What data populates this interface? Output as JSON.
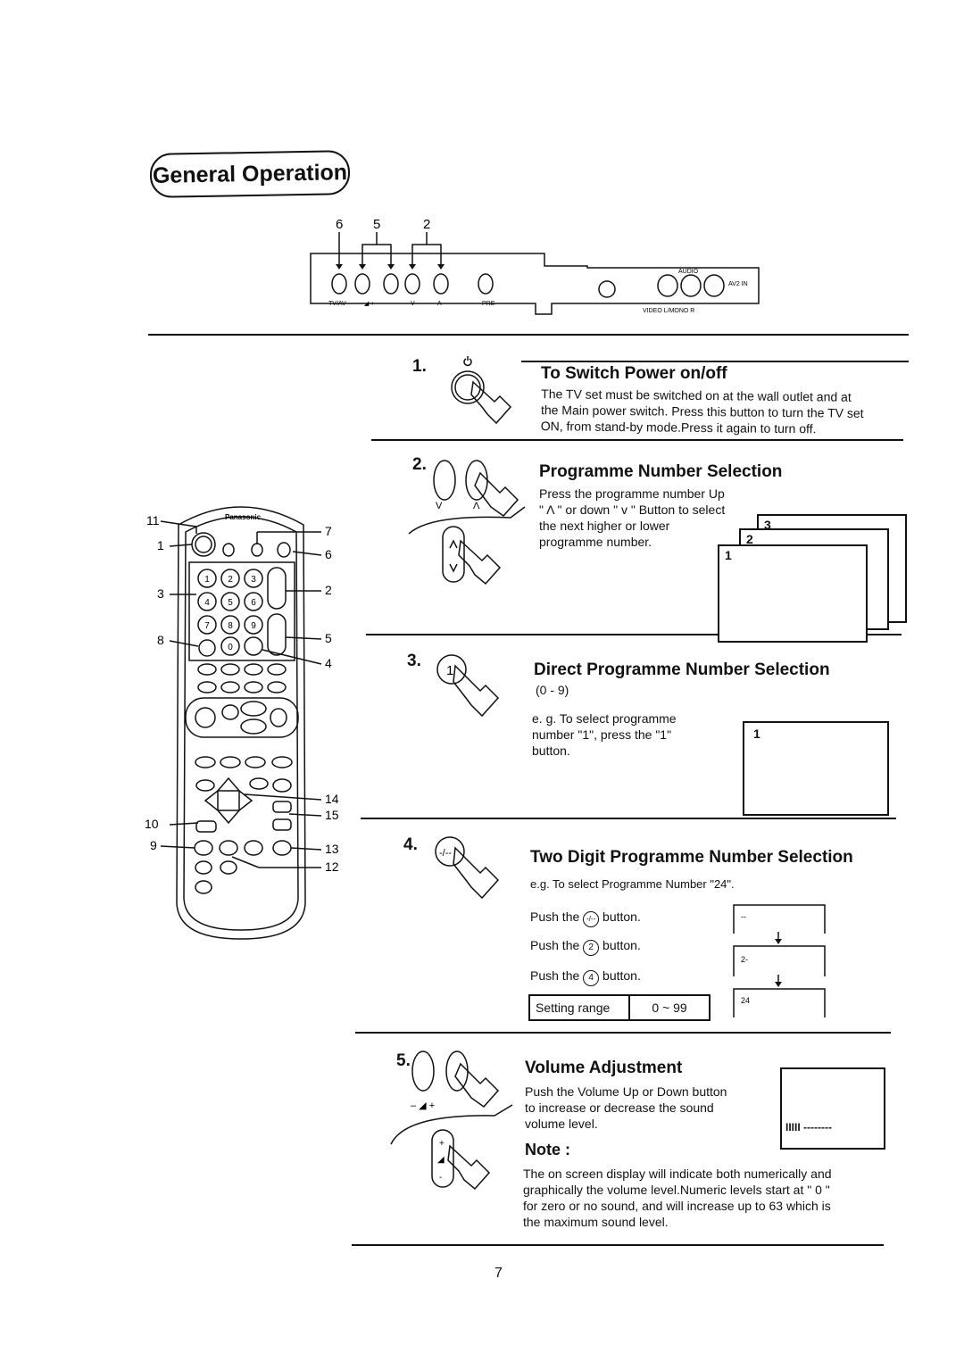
{
  "header": {
    "title": "General Operation"
  },
  "front_panel": {
    "callouts": [
      "6",
      "5",
      "2"
    ],
    "labels": [
      "TV/AV",
      "– ◢ +",
      "V",
      "Λ",
      "PRE",
      "VIDEO L/MONO R",
      "AV2 IN",
      "AUDIO"
    ]
  },
  "remote": {
    "brand": "Panasonic",
    "callouts_left": [
      "11",
      "1",
      "3",
      "8",
      "10",
      "9"
    ],
    "callouts_right": [
      "7",
      "6",
      "2",
      "5",
      "4",
      "14",
      "15",
      "13",
      "12"
    ],
    "digits": [
      "1",
      "2",
      "3",
      "4",
      "5",
      "6",
      "7",
      "8",
      "9",
      "0"
    ]
  },
  "sections": [
    {
      "num": "1.",
      "title": "To Switch Power on/off",
      "text": [
        "The TV set must be switched on at the wall outlet and at",
        "the Main power switch. Press this button to turn the TV set",
        "ON, from stand-by mode.Press it again to turn off."
      ]
    },
    {
      "num": "2.",
      "title": "Programme Number Selection",
      "labels": [
        "V",
        "Λ"
      ],
      "text": [
        "Press the programme number Up",
        "\" Λ \" or down \" v \" Button to select",
        "the next higher or lower",
        "programme number."
      ],
      "screens": [
        "3",
        "2",
        "1"
      ]
    },
    {
      "num": "3.",
      "title": "Direct Programme Number Selection",
      "range": "(0 - 9)",
      "text": [
        "e. g. To select programme",
        "number \"1\", press the \"1\"",
        "button."
      ],
      "screen": "1"
    },
    {
      "num": "4.",
      "title": "Two Digit Programme Number Selection",
      "example": "e.g. To select Programme Number \"24\".",
      "steps": [
        {
          "pre": "Push the",
          "btn": "-/--",
          "post": "button."
        },
        {
          "pre": "Push the",
          "btn": "2",
          "post": "button."
        },
        {
          "pre": "Push the",
          "btn": "4",
          "post": "button."
        }
      ],
      "setting_label": "Setting range",
      "setting_value": "0 ~ 99",
      "screens": [
        "--",
        "2-",
        "24"
      ]
    },
    {
      "num": "5.",
      "title": "Volume Adjustment",
      "labels": "– ◢ +",
      "text": [
        "Push the Volume Up or Down button",
        "to increase or decrease the sound",
        "volume level."
      ],
      "note_title": "Note :",
      "note": [
        "The on screen display will indicate both numerically and",
        "graphically the volume level.Numeric levels start at \" 0 \"",
        "for zero or no sound, and will increase up to 63 which is",
        "the maximum sound level."
      ],
      "osd": "IIIII --------"
    }
  ],
  "page_number": "7"
}
